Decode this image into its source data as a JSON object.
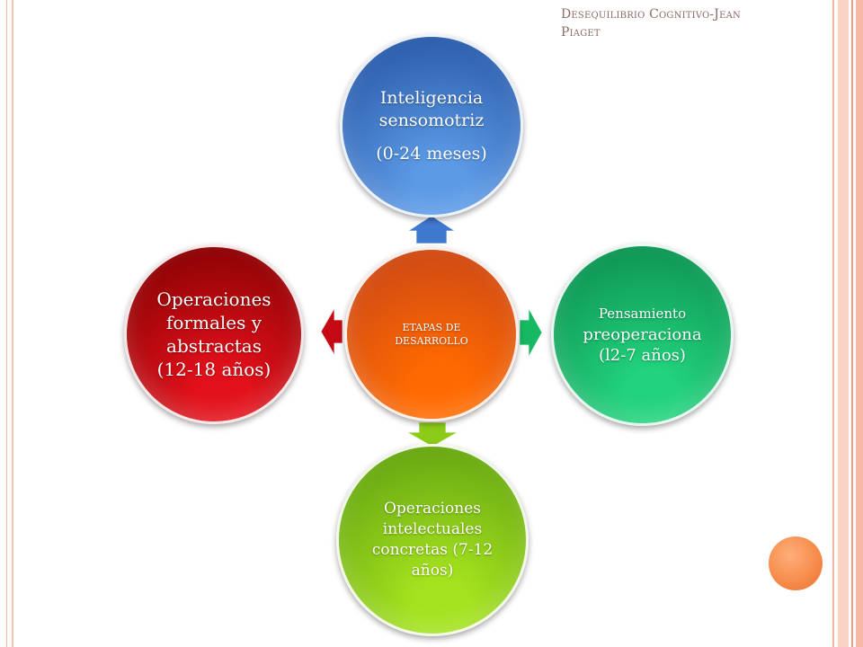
{
  "slide": {
    "title_lines": [
      "Desequilibrio Cognitivo-Jean",
      "Piaget"
    ],
    "accent_color": "#f58a48",
    "border_color": "#f4b4a2"
  },
  "diagram": {
    "center": {
      "lines": [
        "ETAPAS DE",
        "DESARROLLO"
      ],
      "color_top": "#c4431a",
      "color_bottom": "#ff6a00"
    },
    "nodes": [
      {
        "lines": [
          "Inteligencia",
          "sensomotriz",
          "(0-24 meses)"
        ],
        "color_top": "#214f9e",
        "color_bottom": "#5c9ae6",
        "arrow_color": "#3f78cf"
      },
      {
        "lines": [
          "Pensamiento",
          "preoperaciona",
          "(l2-7 años)"
        ],
        "color_top": "#0a874a",
        "color_bottom": "#22d27c",
        "arrow_color": "#17b862"
      },
      {
        "lines": [
          "Operaciones",
          "intelectuales",
          "concretas (7-12",
          "años)"
        ],
        "color_top": "#5a9a10",
        "color_bottom": "#a4e21e",
        "arrow_color": "#8ccc18"
      },
      {
        "lines": [
          "Operaciones",
          "formales y",
          "abstractas",
          "(12-18 años)"
        ],
        "color_top": "#7a0000",
        "color_bottom": "#e2101a",
        "arrow_color": "#c40a14"
      }
    ]
  }
}
